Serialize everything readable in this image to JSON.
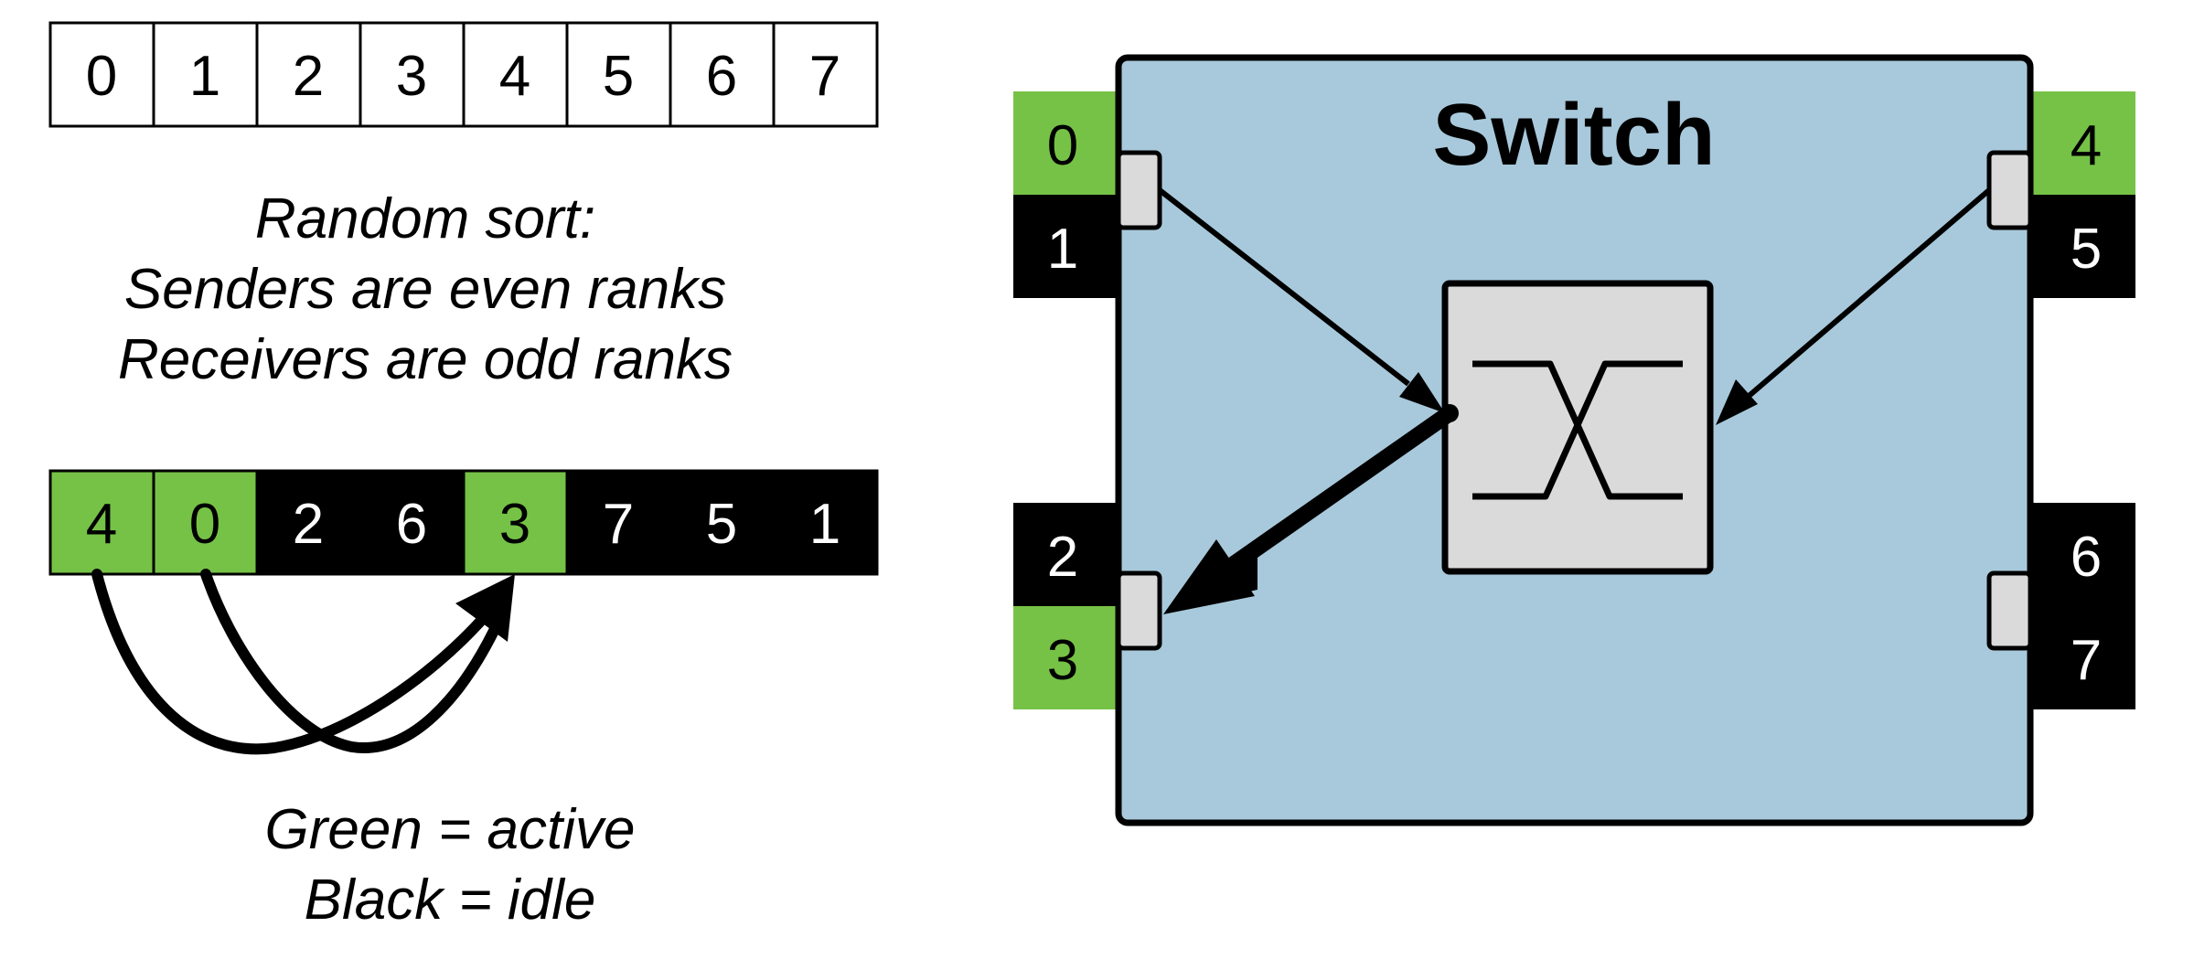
{
  "top_array": [
    "0",
    "1",
    "2",
    "3",
    "4",
    "5",
    "6",
    "7"
  ],
  "description": {
    "line1": "Random sort:",
    "line2": "Senders are even ranks",
    "line3": "Receivers are odd ranks"
  },
  "sorted_array": [
    {
      "label": "4",
      "state": "active"
    },
    {
      "label": "0",
      "state": "active"
    },
    {
      "label": "2",
      "state": "idle"
    },
    {
      "label": "6",
      "state": "idle"
    },
    {
      "label": "3",
      "state": "active"
    },
    {
      "label": "7",
      "state": "idle"
    },
    {
      "label": "5",
      "state": "idle"
    },
    {
      "label": "1",
      "state": "idle"
    }
  ],
  "legend": {
    "line1": "Green = active",
    "line2": "Black = idle"
  },
  "switch": {
    "title": "Switch",
    "ports": {
      "top_left": {
        "upper": "0",
        "lower": "1",
        "upper_state": "active",
        "lower_state": "idle"
      },
      "bottom_left": {
        "upper": "2",
        "lower": "3",
        "upper_state": "idle",
        "lower_state": "active"
      },
      "top_right": {
        "upper": "4",
        "lower": "5",
        "upper_state": "active",
        "lower_state": "idle"
      },
      "bottom_right": {
        "upper": "6",
        "lower": "7",
        "upper_state": "idle",
        "lower_state": "idle"
      }
    }
  },
  "colors": {
    "active": "#76c246",
    "idle": "#000000",
    "switch_fill": "#a8c9db",
    "crossbar_fill": "#dadada",
    "stroke": "#000000"
  }
}
